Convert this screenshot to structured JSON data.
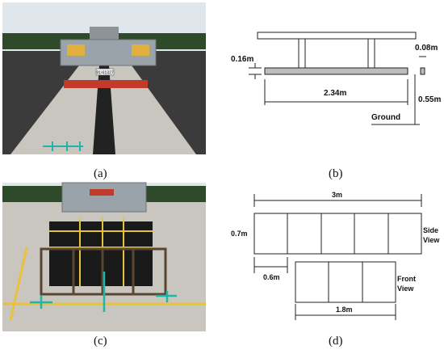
{
  "panels": {
    "a": {
      "label": "(a)"
    },
    "b": {
      "label": "(b)"
    },
    "c": {
      "label": "(c)"
    },
    "d": {
      "label": "(d)"
    }
  },
  "photo_a": {
    "plate": "91사1327"
  },
  "diagram_b": {
    "height_label": "0.16m",
    "width_label": "0.08m",
    "length_label": "2.34m",
    "clearance_label": "0.55m",
    "ground_label": "Ground"
  },
  "diagram_d": {
    "total_length": "3m",
    "height": "0.7m",
    "cell_width": "0.6m",
    "side_label_1": "Side",
    "side_label_2": "View",
    "front_label_1": "Front",
    "front_label_2": "View",
    "front_width": "1.8m"
  },
  "colors": {
    "asphalt": "#3b3b3b",
    "concrete": "#c9c6bf",
    "sky": "#dfe6ec",
    "trees": "#2e4a2a",
    "truck": "#9aa3aa",
    "hazard_red": "#c23a2a",
    "marker_cyan": "#1fb5a8",
    "road_yellow": "#e7c23a"
  }
}
